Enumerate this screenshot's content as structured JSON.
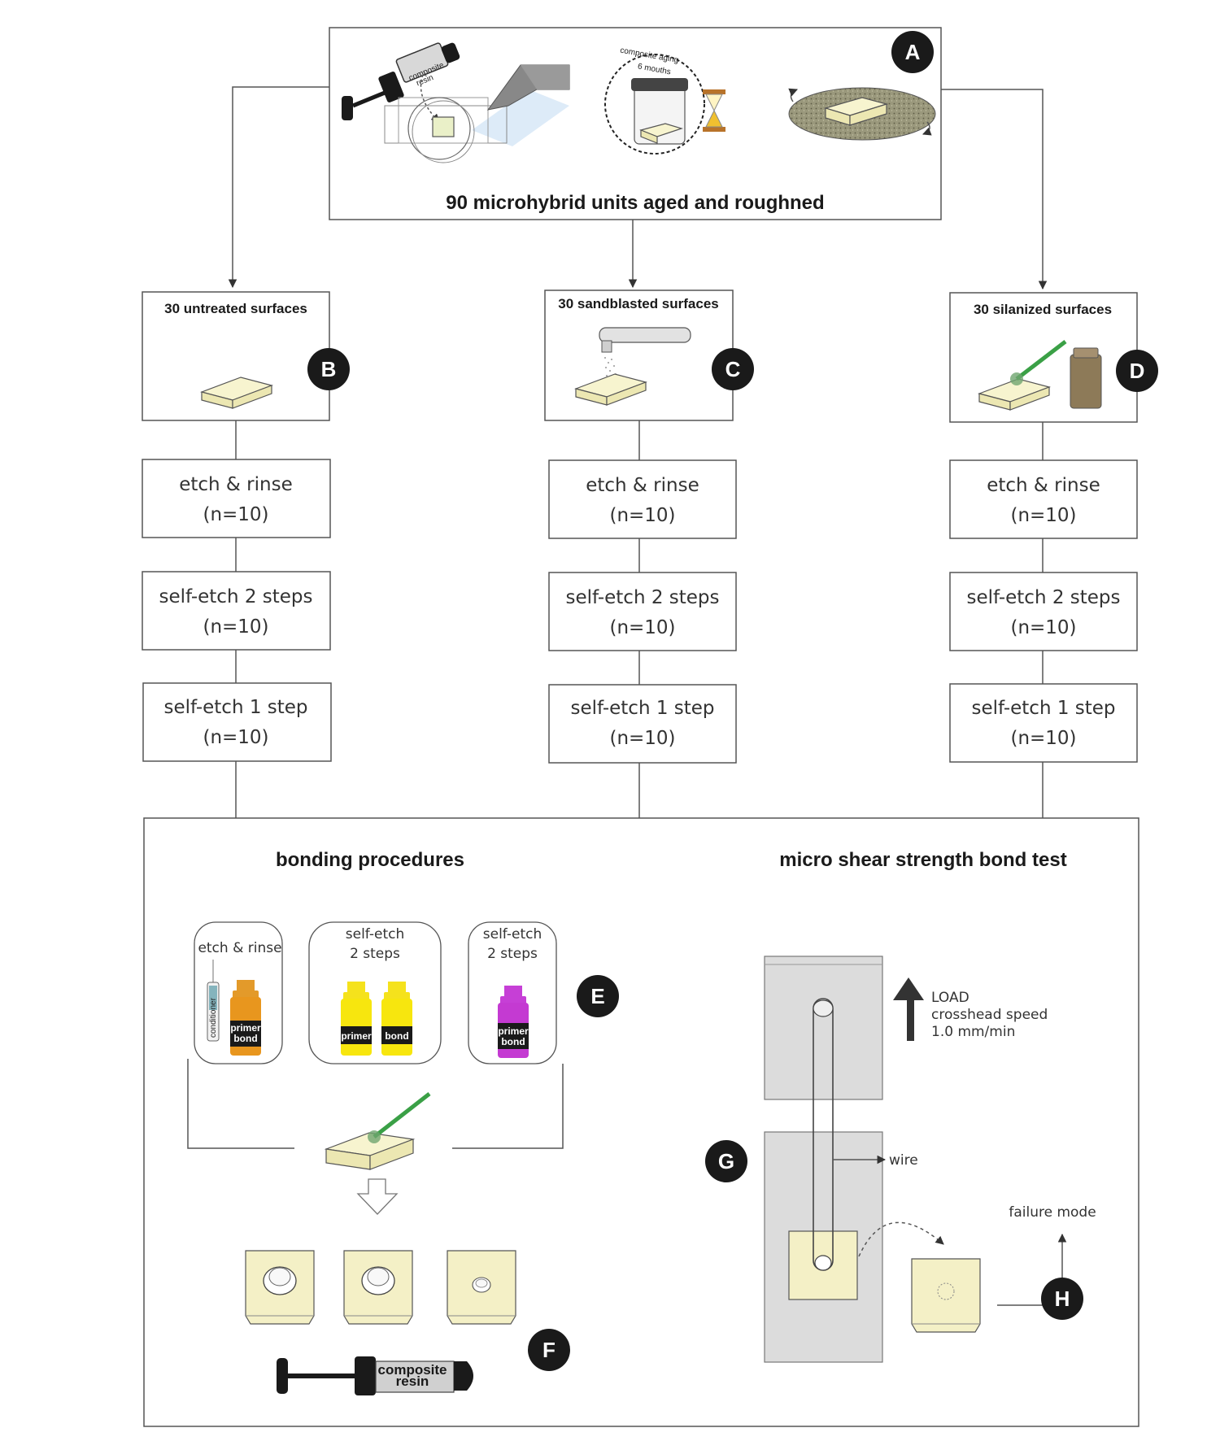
{
  "panel_a": {
    "title": "90 microhybrid units aged and roughned",
    "syringe_label_1": "composite",
    "syringe_label_2": "resin",
    "aging_label_1": "composite aging",
    "aging_label_2": "6 mouths",
    "badge": "A"
  },
  "groups": [
    {
      "title": "30 untreated surfaces",
      "badge": "B"
    },
    {
      "title": "30 sandblasted surfaces",
      "badge": "C"
    },
    {
      "title": "30 silanized surfaces",
      "badge": "D"
    }
  ],
  "steps": [
    {
      "name": "etch & rinse",
      "n": "(n=10)"
    },
    {
      "name": "self-etch 2 steps",
      "n": "(n=10)"
    },
    {
      "name": "self-etch 1 step",
      "n": "(n=10)"
    }
  ],
  "bonding": {
    "title": "bonding  procedures",
    "kit1_label": "etch & rinse",
    "kit1_syringe": "conditioner",
    "kit1_bottle_1": "primer",
    "kit1_bottle_2": "bond",
    "kit2_label_1": "self-etch",
    "kit2_label_2": "2 steps",
    "kit2_bottle_a": "primer",
    "kit2_bottle_b": "bond",
    "kit3_label_1": "self-etch",
    "kit3_label_2": "2 steps",
    "kit3_bottle_1": "primer",
    "kit3_bottle_2": "bond",
    "badge_e": "E",
    "badge_f": "F",
    "tube_label_1": "composite",
    "tube_label_2": "resin"
  },
  "test": {
    "title": "micro shear strength bond test",
    "load": "LOAD",
    "speed_1": "crosshead speed",
    "speed_2": "1.0 mm/min",
    "wire": "wire",
    "failure": "failure mode",
    "badge_g": "G",
    "badge_h": "H"
  }
}
